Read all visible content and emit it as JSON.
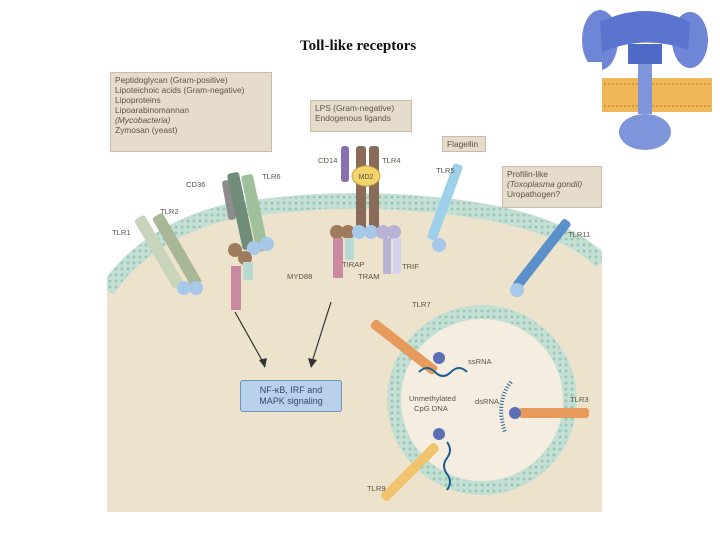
{
  "title": "Toll-like receptors",
  "ligand_boxes": {
    "tlr2_ligands": [
      "Peptidoglycan (Gram-positive)",
      "Lipoteichoic acids (Gram-negative)",
      "Lipoproteins",
      "Lipoarabinomannan",
      "(Mycobacteria)",
      "Zymosan (yeast)"
    ],
    "tlr4_ligands": [
      "LPS (Gram-negative)",
      "Endogenous ligands"
    ],
    "tlr5_ligand": "Flagellin",
    "tlr11_ligands": [
      "Profilin-like",
      "(Toxoplasma gondii)",
      "Uropathogen?"
    ]
  },
  "receptors": {
    "cd36": "CD36",
    "tlr6": "TLR6",
    "tlr2": "TLR2",
    "tlr1": "TLR1",
    "cd14": "CD14",
    "tlr4": "TLR4",
    "md2": "MD2",
    "tlr5": "TLR5",
    "tlr11": "TLR11",
    "tlr7": "TLR7",
    "tlr3": "TLR3",
    "tlr9": "TLR9"
  },
  "adaptors": {
    "myd88": "MYD88",
    "tirap": "TIRAP",
    "tram": "TRAM",
    "trif": "TRIF"
  },
  "endosome": {
    "ssrna": "ssRNA",
    "dsrna": "dsRNA",
    "cpg": [
      "Unmethylated",
      "CpG DNA"
    ]
  },
  "signaling": [
    "NF-κB, IRF and",
    "MAPK signaling"
  ],
  "colors": {
    "cytoplasm": "#ede2cc",
    "membrane": "#c4e0d4",
    "membrane_dots": "#9cc7b6",
    "tlr_blue": "#5b8fc9",
    "tlr_orange": "#e79a5c",
    "tlr_yellow": "#f0c46e"
  }
}
